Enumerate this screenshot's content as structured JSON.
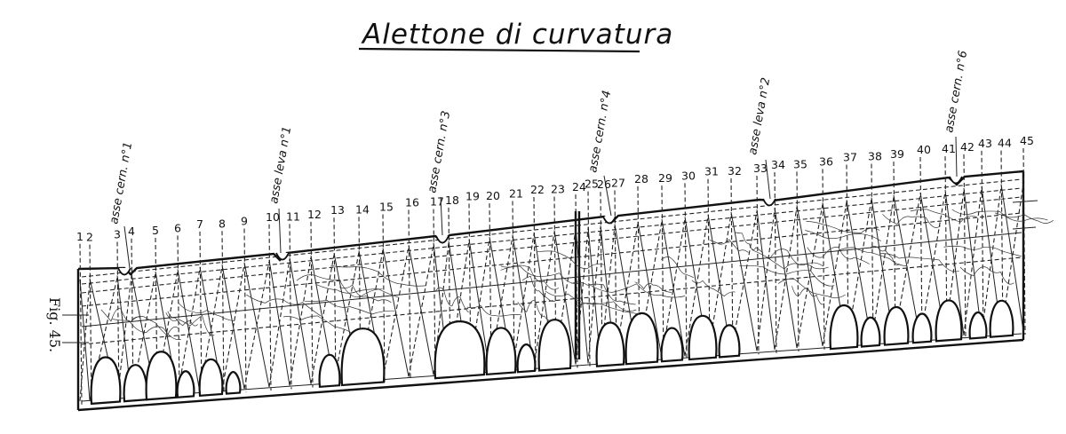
{
  "title": "Alettone di curvatura",
  "figure_label": "Fig. 45.",
  "rib_numbers": [
    "1",
    "2",
    "3",
    "4",
    "5",
    "6",
    "7",
    "8",
    "9",
    "10",
    "11",
    "12",
    "13",
    "14",
    "15",
    "16",
    "17",
    "18",
    "19",
    "20",
    "21",
    "22",
    "23",
    "24",
    "25",
    "26",
    "27",
    "28",
    "29",
    "30",
    "31",
    "32",
    "33",
    "34",
    "35",
    "36",
    "37",
    "38",
    "39",
    "40",
    "41",
    "42",
    "43",
    "44",
    "45"
  ],
  "axis_labels": [
    {
      "id": "cern1",
      "text": "asse cern. n°1"
    },
    {
      "id": "leva1",
      "text": "asse leva n°1"
    },
    {
      "id": "cern3",
      "text": "asse cern. n°3"
    },
    {
      "id": "cern4",
      "text": "asse cern. n°4"
    },
    {
      "id": "leva2",
      "text": "asse leva n°2"
    },
    {
      "id": "cern6",
      "text": "asse cern. n°6"
    }
  ],
  "colors": {
    "ink": "#111111",
    "paper": "#ffffff"
  }
}
